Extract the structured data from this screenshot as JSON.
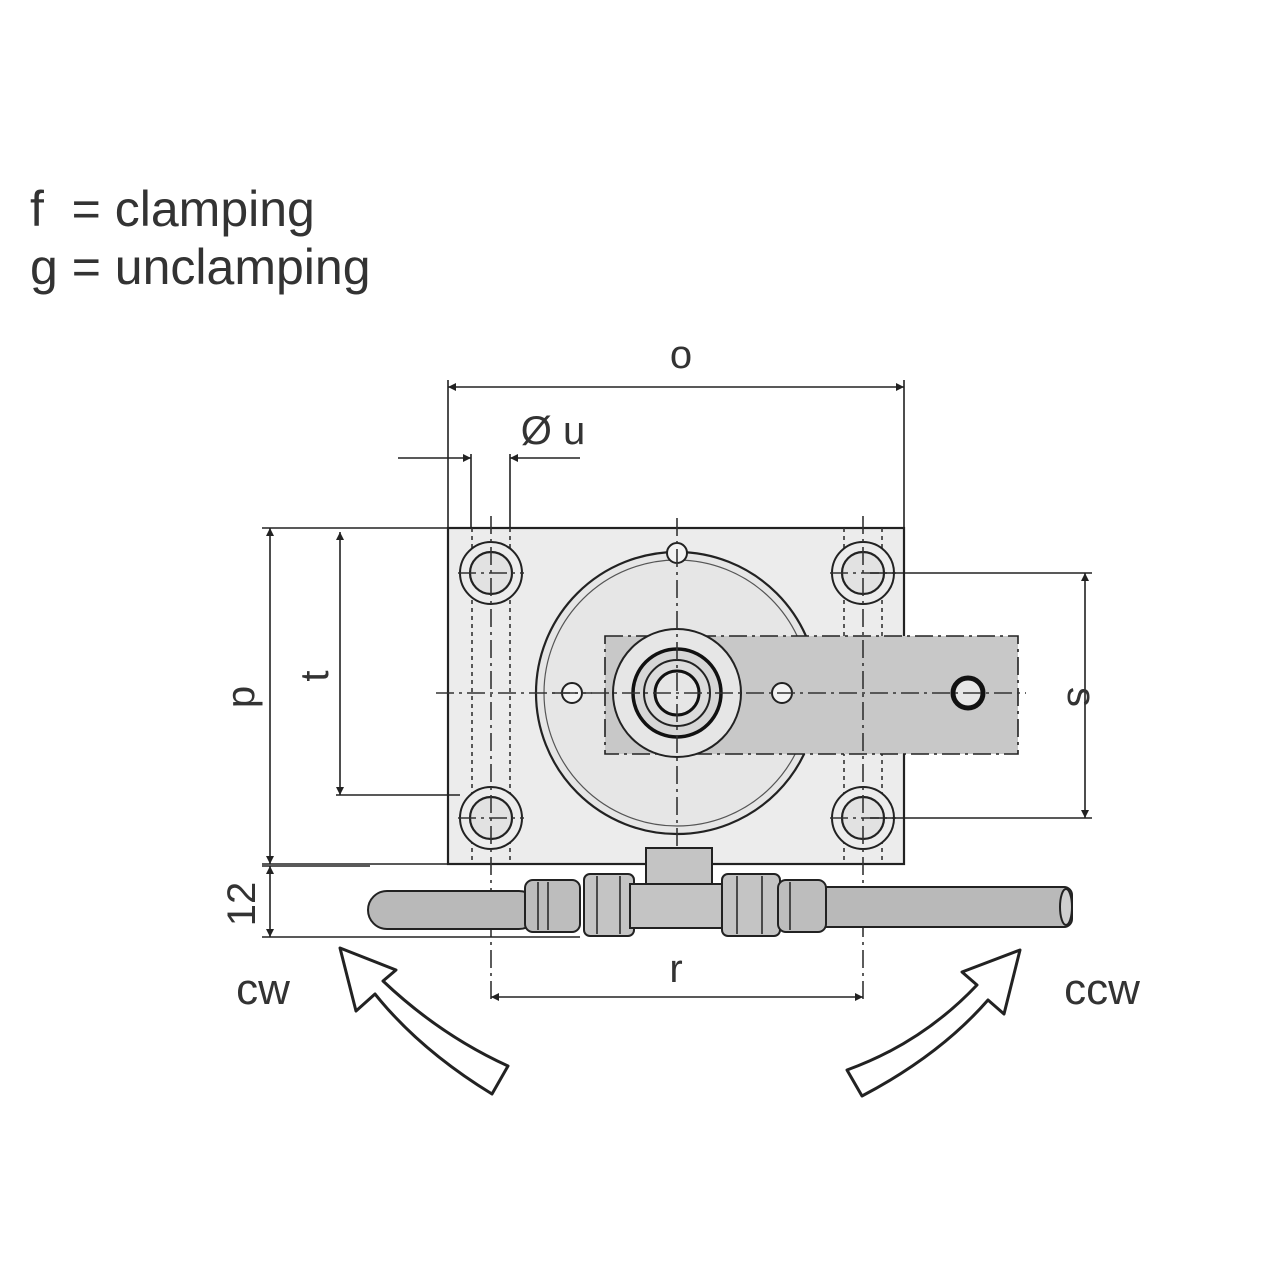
{
  "legend": {
    "line1": "f  = clamping",
    "line2": "g = unclamping"
  },
  "labels": {
    "o": "o",
    "u": "Ø u",
    "p": "p",
    "t": "t",
    "s": "s",
    "r": "r",
    "d12": "12",
    "cw": "cw",
    "ccw": "ccw"
  },
  "colors": {
    "plate_fill": "#ececec",
    "arm_fill": "#c8c8c8",
    "hose_fill": "#b9b9b9",
    "line": "#222222",
    "text": "#333333"
  }
}
